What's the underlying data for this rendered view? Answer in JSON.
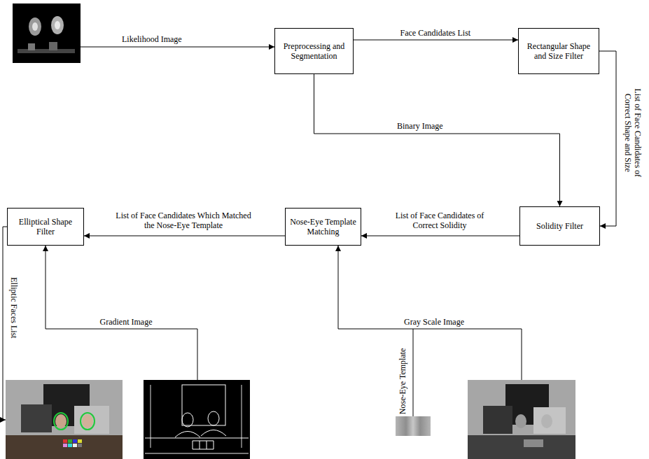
{
  "diagram": {
    "nodes": [
      {
        "text": [
          "Preprocessing and Segmentation"
        ]
      },
      {
        "text": [
          "Rectangular Shape and Size Filter"
        ]
      },
      {
        "text": [
          "Solidity Filter"
        ]
      },
      {
        "text": [
          "Nose-Eye Template Matching"
        ]
      },
      {
        "text": [
          "Elliptical Shape Filter"
        ]
      }
    ],
    "edges": [
      {
        "from": 0,
        "to": 1,
        "arrow": "to",
        "label": "Face Candidates List"
      },
      {
        "from": 1,
        "to": 2,
        "arrow": "to",
        "label": "List of Face Candidates of Correct Shape and Size"
      },
      {
        "from": 0,
        "to": 2,
        "arrow": "to",
        "label": "Binary Image"
      },
      {
        "from": 2,
        "to": 3,
        "arrow": "to",
        "label": "List of Face Candidates of Correct Solidity"
      },
      {
        "from": 3,
        "to": 4,
        "arrow": "to",
        "label": "List of Face Candidates Which Matched the Nose-Eye Template"
      }
    ],
    "labels": [
      "Likelihood Image",
      "Gradient Image",
      "Gray Scale Image",
      "Nose-Eye Template",
      "Elliptic Faces List"
    ]
  }
}
